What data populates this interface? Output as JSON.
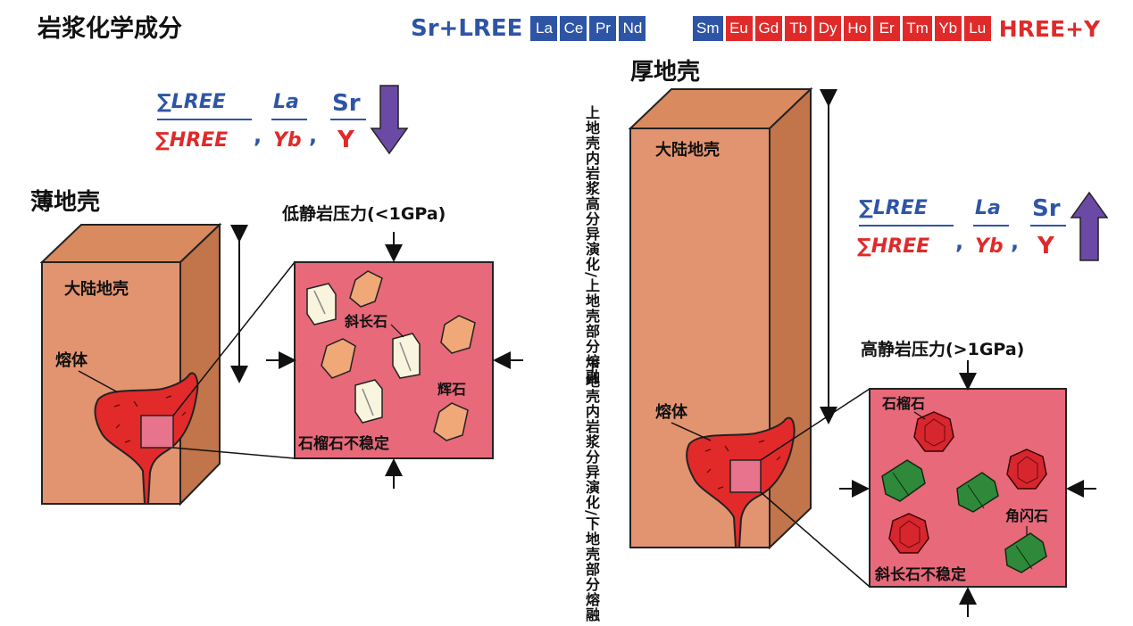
{
  "title": "岩浆化学成分",
  "legend": {
    "lead": "Sr+LREE",
    "lree": [
      "La",
      "Ce",
      "Pr",
      "Nd"
    ],
    "hree": [
      "Sm",
      "Eu",
      "Gd",
      "Tb",
      "Dy",
      "Ho",
      "Er",
      "Tm",
      "Yb",
      "Lu"
    ],
    "tail": "HREE+Y",
    "colors": {
      "blue": "#2e55a5",
      "red": "#e02a2a",
      "arrow": "#6b4aa6"
    }
  },
  "ratios": {
    "lree_sum": "∑LREE",
    "hree_sum": "∑HREE",
    "la": "La",
    "yb": "Yb",
    "sr": "Sr",
    "y": "Y",
    "sep": ","
  },
  "thin": {
    "heading": "薄地壳",
    "crust": "大陆地壳",
    "melt": "熔体",
    "pressure": "低静岩压力(<1GPa)",
    "plagioclase": "斜长石",
    "pyroxene": "辉石",
    "unstable": "石榴石不稳定"
  },
  "thick": {
    "heading": "厚地壳",
    "crust": "大陆地壳",
    "melt": "熔体",
    "pressure": "高静岩压力(>1GPa)",
    "upper_note": "上地壳内岩浆高分异演化/上地壳部分熔融",
    "lower_note": "下地壳内岩浆分异演化/下地壳部分熔融",
    "garnet": "石榴石",
    "amphibole": "角闪石",
    "unstable": "斜长石不稳定"
  }
}
